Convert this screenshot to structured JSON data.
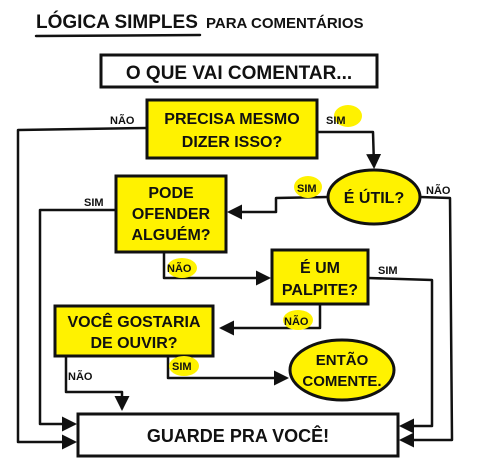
{
  "title_main": "LÓGICA SIMPLES",
  "title_sub": "PARA COMENTÁRIOS",
  "start": "O QUE VAI COMENTAR...",
  "q1": [
    "PRECISA MESMO",
    "DIZER ISSO?"
  ],
  "q2": "É ÚTIL?",
  "q3": [
    "PODE",
    "OFENDER",
    "ALGUÉM?"
  ],
  "q4": [
    "É UM",
    "PALPITE?"
  ],
  "q5": [
    "VOCÊ GOSTARIA",
    "DE OUVIR?"
  ],
  "result_comment": [
    "ENTÃO",
    "COMENTE."
  ],
  "result_keep": "GUARDE PRA VOCÊ!",
  "labels": {
    "no": "NÃO",
    "yes": "SIM"
  },
  "colors": {
    "highlight": "#fff200",
    "ink": "#111111",
    "background": "#ffffff"
  }
}
